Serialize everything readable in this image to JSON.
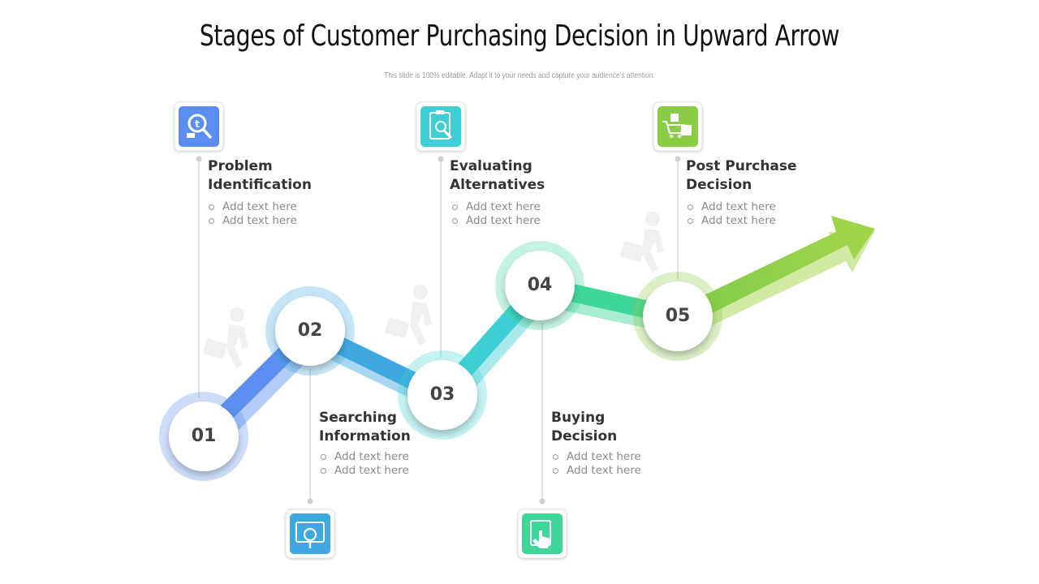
{
  "title": "Stages of Customer Purchasing Decision in Upward Arrow",
  "subtitle": "This slide is 100% editable. Adapt it to your needs and capture your audience's attention.",
  "stages": [
    {
      "number": "01",
      "title_line1": "Problem",
      "title_line2": "Identification",
      "bullets": [
        "Add text here",
        "Add text here"
      ],
      "icon": "problem-identification-icon",
      "color": "#5B8EF0"
    },
    {
      "number": "02",
      "title_line1": "Searching",
      "title_line2": "Information",
      "bullets": [
        "Add text here",
        "Add text here"
      ],
      "icon": "web-search-icon",
      "color": "#3FA8E0"
    },
    {
      "number": "03",
      "title_line1": "Evaluating",
      "title_line2": "Alternatives",
      "bullets": [
        "Add text here",
        "Add text here"
      ],
      "icon": "clipboard-magnifier-icon",
      "color": "#3DCFD4"
    },
    {
      "number": "04",
      "title_line1": "Buying",
      "title_line2": "Decision",
      "bullets": [
        "Add text here",
        "Add text here"
      ],
      "icon": "hand-tap-icon",
      "color": "#3FD69A"
    },
    {
      "number": "05",
      "title_line1": "Post Purchase",
      "title_line2": "Decision",
      "bullets": [
        "Add text here",
        "Add text here"
      ],
      "icon": "shopping-cart-boxes-icon",
      "color": "#8CCB46"
    }
  ],
  "colors": {
    "arrow_end": "#A3D64A",
    "connector": "#d8d8d8",
    "text_title": "#333333"
  }
}
